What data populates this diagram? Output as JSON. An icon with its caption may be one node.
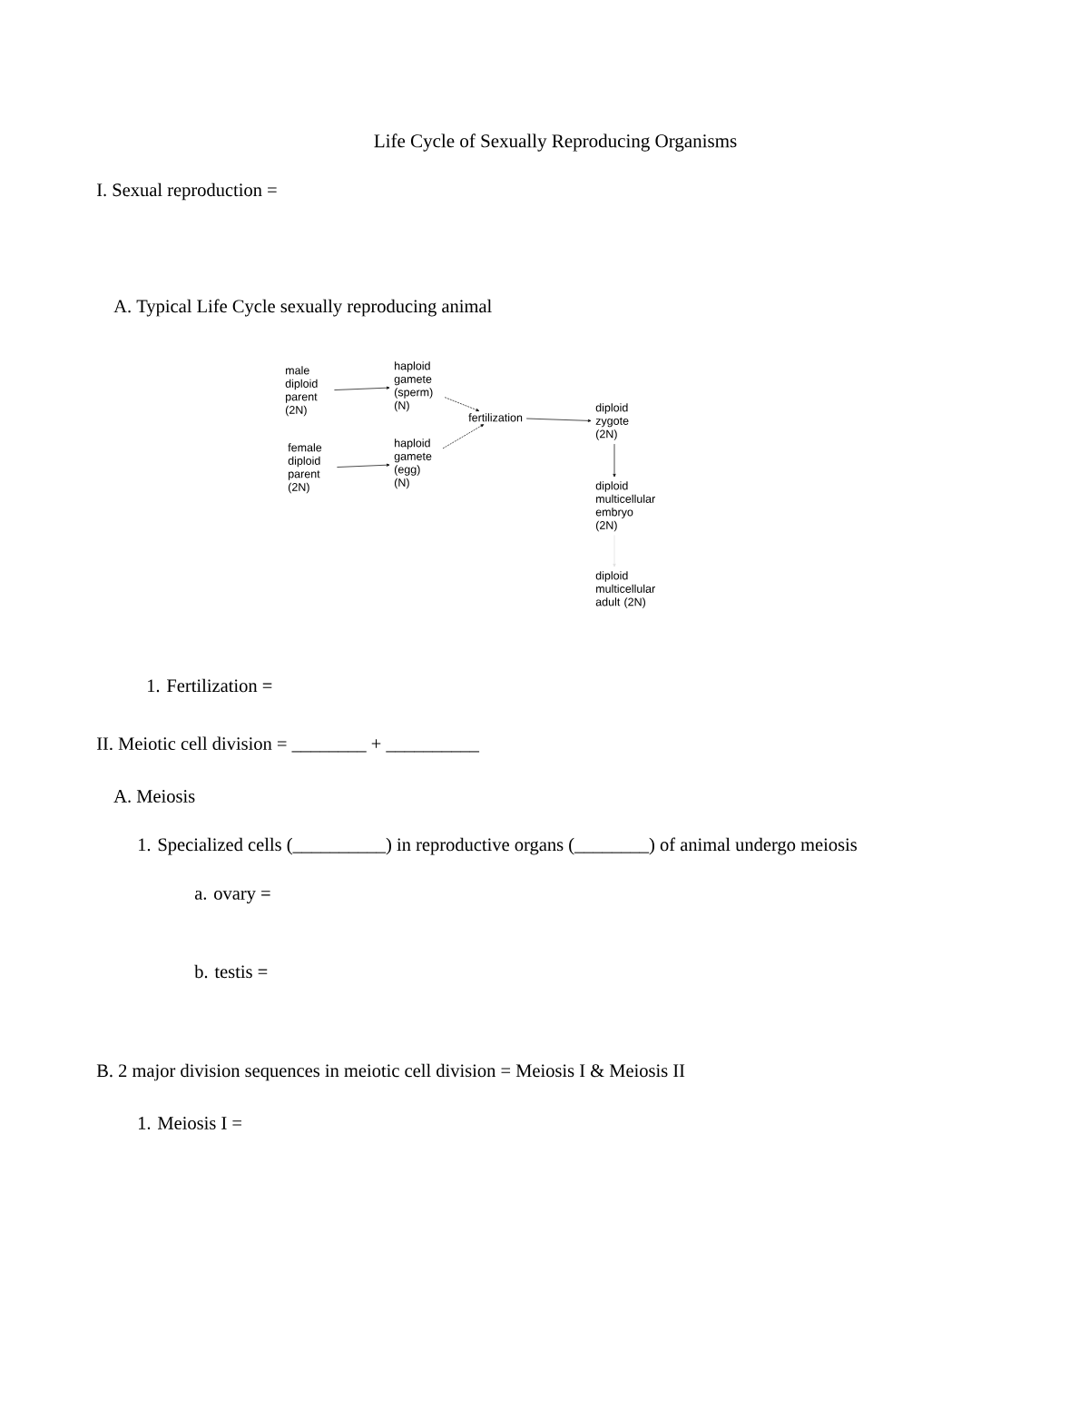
{
  "diagram": {
    "title": "Life Cycle of Sexually Reproducing Organisms",
    "nodes": [
      {
        "text": [
          "male diploid parent (2N)"
        ]
      },
      {
        "text": [
          "haploid gamete (sperm) (N)"
        ]
      },
      {
        "text": [
          "female diploid parent (2N)"
        ]
      },
      {
        "text": [
          "haploid gamete (egg) (N)"
        ]
      },
      {
        "text": [
          "fertilization"
        ]
      },
      {
        "text": [
          "diploid zygote (2N)"
        ]
      },
      {
        "text": [
          "diploid multicellular embryo (2N)"
        ]
      },
      {
        "text": [
          "diploid multicellular adult (2N)"
        ]
      }
    ],
    "edges": [
      {
        "from": 0,
        "to": 1,
        "arrow": "to"
      },
      {
        "from": 2,
        "to": 3,
        "arrow": "to"
      },
      {
        "from": 1,
        "to": 4,
        "arrow": "to",
        "style": "dashed"
      },
      {
        "from": 3,
        "to": 4,
        "arrow": "to",
        "style": "dashed"
      },
      {
        "from": 4,
        "to": 5,
        "arrow": "to"
      },
      {
        "from": 5,
        "to": 6,
        "arrow": "to"
      },
      {
        "from": 6,
        "to": 7,
        "arrow": "to",
        "color": "#dddddd"
      }
    ],
    "labels": [
      "I. Sexual reproduction =",
      "A. Typical Life Cycle sexually reproducing animal",
      "1. Fertilization =",
      "II. Meiotic cell division = ________ + __________",
      "A. Meiosis",
      "1. Specialized cells (__________) in reproductive organs (________) of animal undergo meiosis",
      "a. ovary =",
      "b. testis =",
      "B. 2 major division sequences in meiotic cell division = Meiosis I & Meiosis II",
      "1. Meiosis I ="
    ]
  }
}
